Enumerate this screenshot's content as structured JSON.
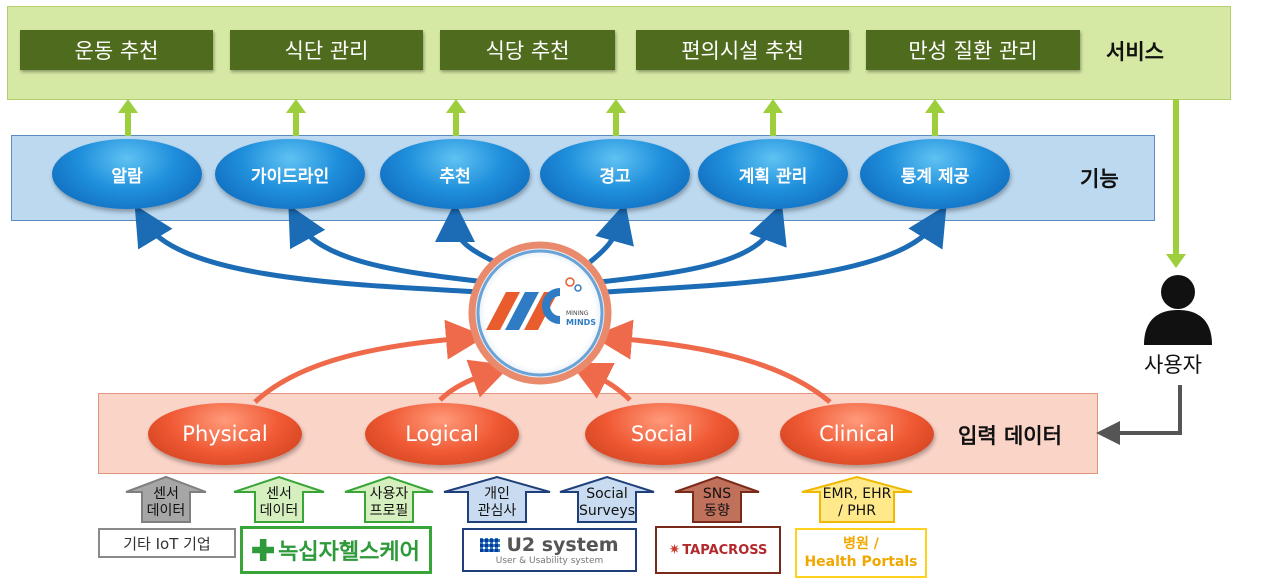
{
  "services": {
    "label": "서비스",
    "items": [
      "운동 추천",
      "식단 관리",
      "식당 추천",
      "편의시설 추천",
      "만성 질환 관리"
    ]
  },
  "functions": {
    "label": "기능",
    "items": [
      "알람",
      "가이드라인",
      "추천",
      "경고",
      "계획 관리",
      "통계 제공"
    ]
  },
  "inputs": {
    "label": "입력 데이터",
    "items": [
      "Physical",
      "Logical",
      "Social",
      "Clinical"
    ]
  },
  "user": {
    "label": "사용자"
  },
  "hub": {
    "logo_text": "MINDS",
    "logo_subtext": "MINING"
  },
  "sources": [
    {
      "line1": "센서",
      "line2": "데이터",
      "color": "#a6a6a6"
    },
    {
      "line1": "센서",
      "line2": "데이터",
      "color": "#cde9b0"
    },
    {
      "line1": "사용자",
      "line2": "프로필",
      "color": "#cde9b0"
    },
    {
      "line1": "개인",
      "line2": "관심사",
      "color": "#bcd4ee"
    },
    {
      "line1": "Social",
      "line2": "Surveys",
      "color": "#bcd4ee"
    },
    {
      "line1": "SNS",
      "line2": "동향",
      "color": "#c0715c"
    },
    {
      "line1": "EMR, EHR",
      "line2": "/ PHR",
      "color": "#ffe98a"
    }
  ],
  "logos": {
    "iot": "기타 IoT 기업",
    "greencross": "녹십자헬스케어",
    "u2_main": "U2 system",
    "u2_sub": "User & Usability system",
    "tapacross": "TAPACROSS",
    "hospital_line1": "병원 /",
    "hospital_line2": "Health Portals"
  },
  "colors": {
    "service_band": "#d6e9a4",
    "service_box": "#4f6b1e",
    "green_arrow": "#9ccf3b",
    "function_band": "#bcd9f0",
    "blue_ellipse": "#1f8fdc",
    "input_band": "#fbd4c8",
    "orange_ellipse": "#f05a35",
    "hospital_text": "#f0a800"
  }
}
